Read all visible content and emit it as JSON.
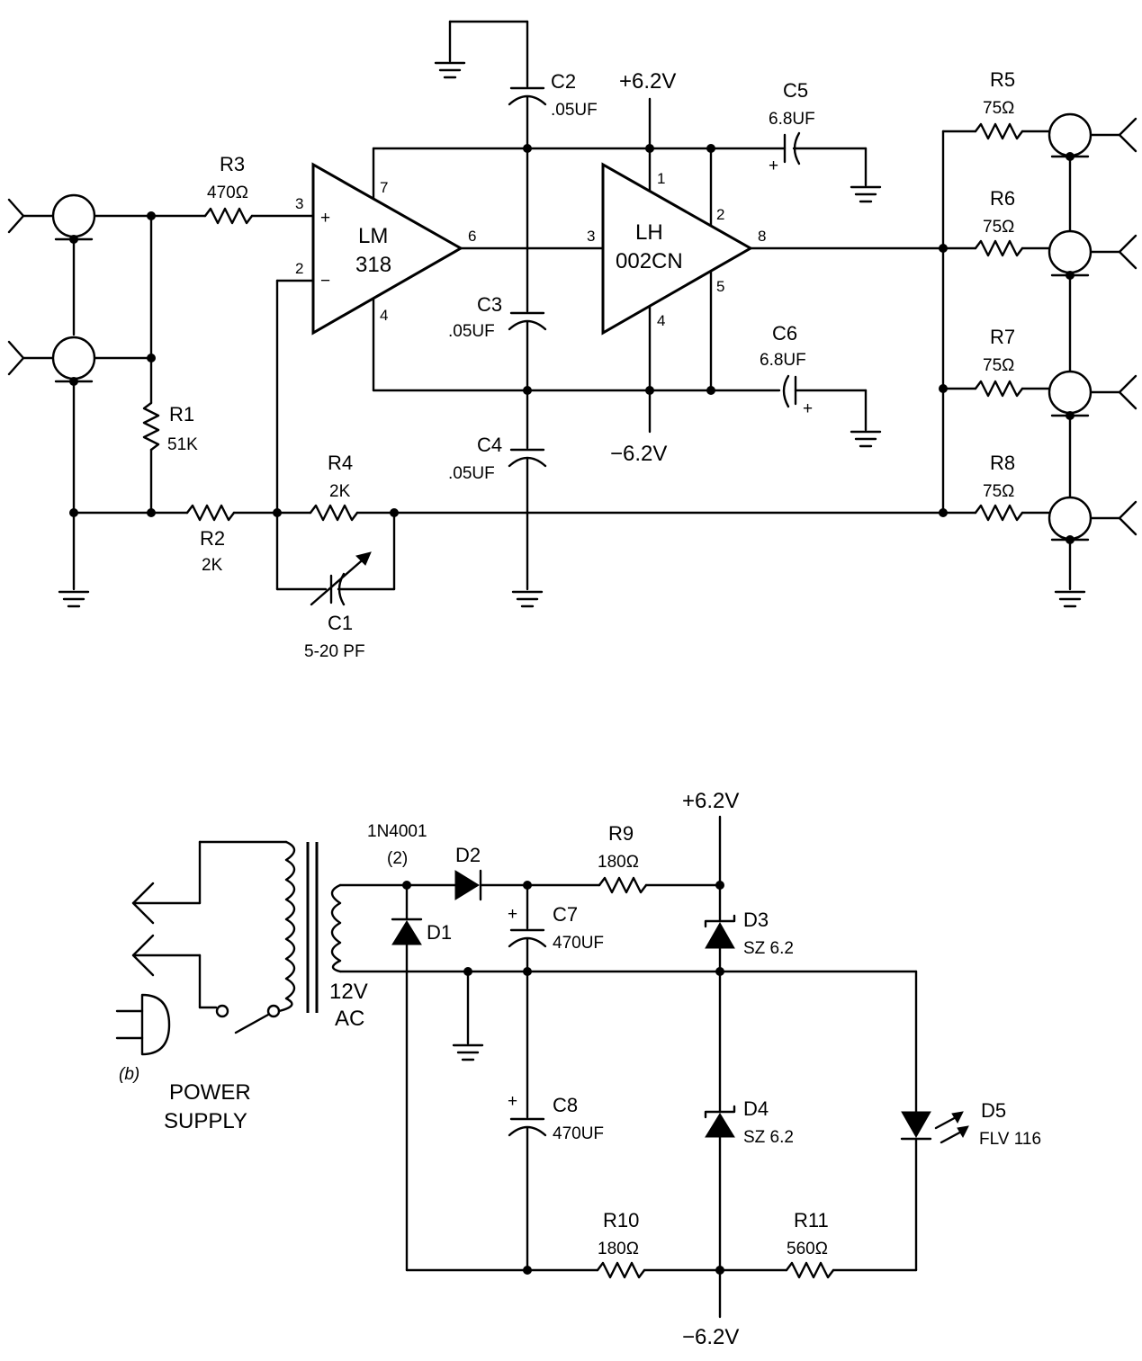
{
  "amplifier": {
    "u1": {
      "name_line1": "LM",
      "name_line2": "318",
      "pins": {
        "p3": "3",
        "p2": "2",
        "p7": "7",
        "p4": "4",
        "p6": "6"
      },
      "plus": "+",
      "minus": "−"
    },
    "u2": {
      "name_line1": "LH",
      "name_line2": "002CN",
      "pins": {
        "p1": "1",
        "p2": "2",
        "p3": "3",
        "p4": "4",
        "p5": "5",
        "p8": "8"
      }
    },
    "rails": {
      "pos": "+6.2V",
      "neg": "−6.2V"
    },
    "r1": {
      "ref": "R1",
      "value": "51K"
    },
    "r2": {
      "ref": "R2",
      "value": "2K"
    },
    "r3": {
      "ref": "R3",
      "value": "470Ω"
    },
    "r4": {
      "ref": "R4",
      "value": "2K"
    },
    "r5": {
      "ref": "R5",
      "value": "75Ω"
    },
    "r6": {
      "ref": "R6",
      "value": "75Ω"
    },
    "r7": {
      "ref": "R7",
      "value": "75Ω"
    },
    "r8": {
      "ref": "R8",
      "value": "75Ω"
    },
    "c1": {
      "ref": "C1",
      "value": "5-20 PF"
    },
    "c2": {
      "ref": "C2",
      "value": ".05UF"
    },
    "c3": {
      "ref": "C3",
      "value": ".05UF"
    },
    "c4": {
      "ref": "C4",
      "value": ".05UF"
    },
    "c5": {
      "ref": "C5",
      "value": "6.8UF",
      "polarity": "+"
    },
    "c6": {
      "ref": "C6",
      "value": "6.8UF",
      "polarity": "+"
    }
  },
  "power_supply": {
    "figure_tag": "(b)",
    "title_line1": "POWER",
    "title_line2": "SUPPLY",
    "transformer": {
      "line1": "12V",
      "line2": "AC"
    },
    "diode_type": "1N4001",
    "diode_count": "(2)",
    "d1": {
      "ref": "D1"
    },
    "d2": {
      "ref": "D2"
    },
    "d3": {
      "ref": "D3",
      "value": "SZ 6.2"
    },
    "d4": {
      "ref": "D4",
      "value": "SZ 6.2"
    },
    "d5": {
      "ref": "D5",
      "value": "FLV 116"
    },
    "r9": {
      "ref": "R9",
      "value": "180Ω"
    },
    "r10": {
      "ref": "R10",
      "value": "180Ω"
    },
    "r11": {
      "ref": "R11",
      "value": "560Ω"
    },
    "c7": {
      "ref": "C7",
      "value": "470UF",
      "polarity": "+"
    },
    "c8": {
      "ref": "C8",
      "value": "470UF",
      "polarity": "+"
    },
    "pos_rail": "+6.2V",
    "neg_rail": "−6.2V"
  }
}
